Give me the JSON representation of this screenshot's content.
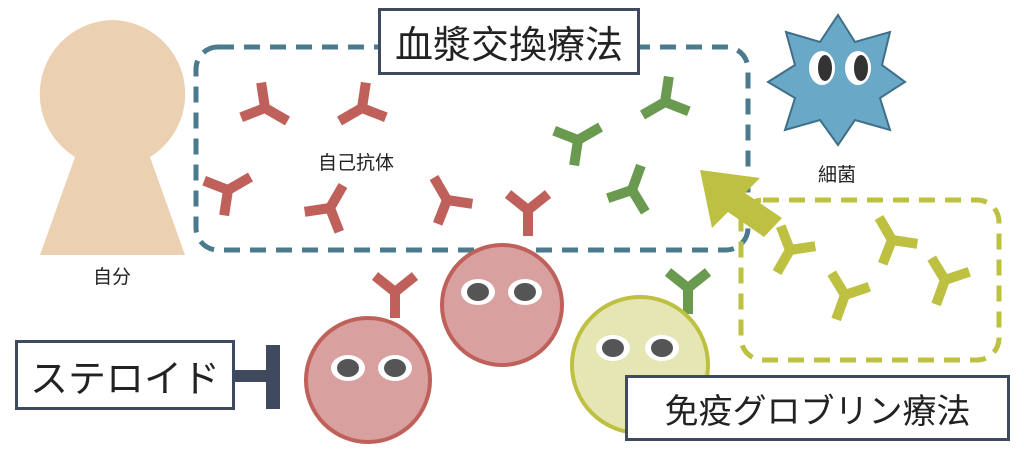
{
  "labels": {
    "plasma_exchange": "血漿交換療法",
    "autoantibody": "自己抗体",
    "self": "自分",
    "bacteria": "細菌",
    "steroid": "ステロイド",
    "ivig": "免疫グロブリン療法"
  },
  "colors": {
    "self_antibody": "#c0605a",
    "bacteria_antibody": "#6a9a50",
    "ivig_antibody": "#bdc040",
    "box_border": "#3f4a5e",
    "plasma_dash": "#4a7a8c"
  }
}
